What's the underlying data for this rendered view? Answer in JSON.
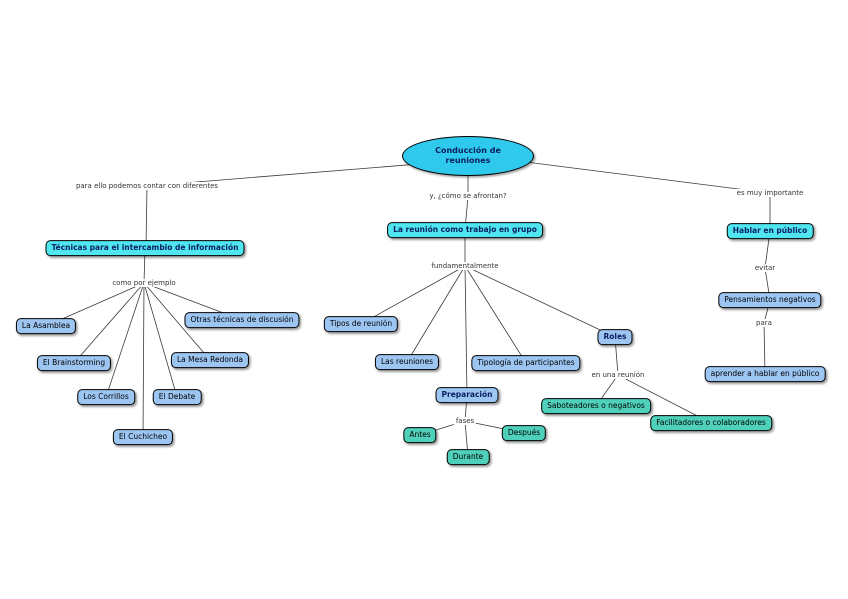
{
  "root": {
    "label": "Conducción de reuniones"
  },
  "nodes": {
    "tecnicas": "Técnicas para el intercambio de información",
    "reunion_grupo": "La reunión como trabajo en grupo",
    "hablar_publico": "Hablar en público",
    "asamblea": "La Asamblea",
    "otras_tecnicas": "Otras técnicas de discusión",
    "brainstorming": "El Brainstorming",
    "mesa_redonda": "La Mesa Redonda",
    "corrillos": "Los Corrillos",
    "debate": "El Debate",
    "cuchicheo": "El Cuchicheo",
    "tipos_reunion": "Tipos de reunión",
    "las_reuniones": "Las reuniones",
    "tipologia": "Tipología de participantes",
    "preparacion": "Preparación",
    "roles": "Roles",
    "saboteadores": "Saboteadores o negativos",
    "facilitadores": "Facilitadores o colaboradores",
    "antes": "Antes",
    "despues": "Después",
    "durante": "Durante",
    "pensamientos": "Pensamientos negativos",
    "aprender": "aprender a hablar en público"
  },
  "linking_phrases": {
    "diferentes": "para ello podemos contar con diferentes",
    "como_afrontan": "y, ¿cómo se afrontan?",
    "importante": "es muy importante",
    "ejemplo": "como por ejemplo",
    "fundamentalmente": "fundamentalmente",
    "en_reunion": "en una reunión",
    "fases": "fases",
    "evitar": "evitar",
    "para": "para"
  },
  "colors": {
    "root_fill": "#2fc9ee",
    "primary_fill": "#4fe6f0",
    "secondary_fill": "#9dc5f1",
    "tertiary_fill": "#4fd0ba",
    "line": "#3a3a3a"
  }
}
